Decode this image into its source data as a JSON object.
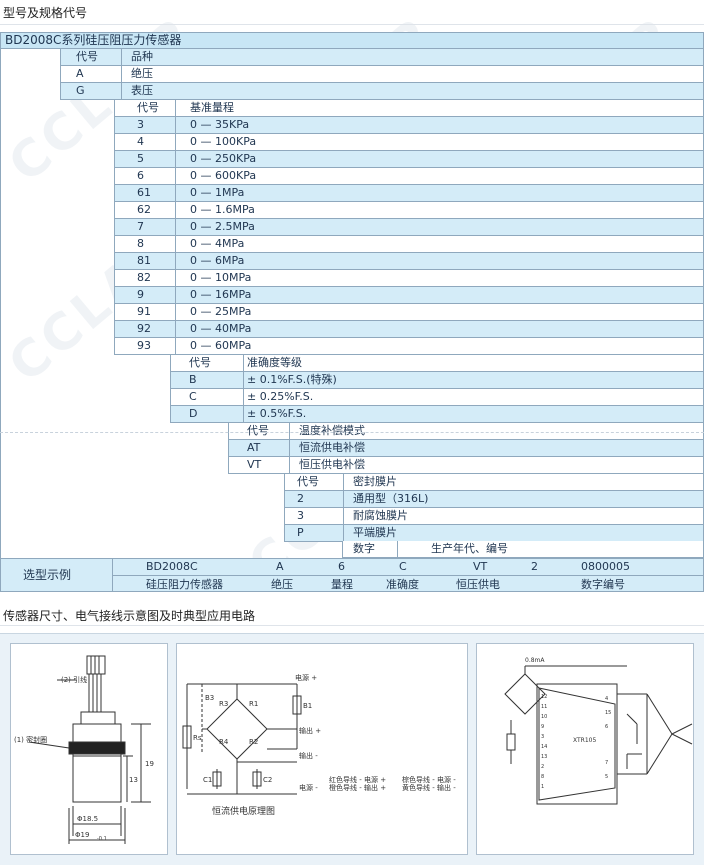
{
  "heading": "型号及规格代号",
  "title": "BD2008C系列硅压阻压力传感器",
  "variety": {
    "header": {
      "code": "代号",
      "name": "品种"
    },
    "rows": [
      {
        "code": "A",
        "name": "绝压"
      },
      {
        "code": "G",
        "name": "表压"
      }
    ]
  },
  "range": {
    "header": {
      "code": "代号",
      "name": "基准量程"
    },
    "rows": [
      {
        "code": "3",
        "name": "0 — 35KPa"
      },
      {
        "code": "4",
        "name": "0 — 100KPa"
      },
      {
        "code": "5",
        "name": "0 — 250KPa"
      },
      {
        "code": "6",
        "name": "0 — 600KPa"
      },
      {
        "code": "61",
        "name": "0 — 1MPa"
      },
      {
        "code": "62",
        "name": "0 — 1.6MPa"
      },
      {
        "code": "7",
        "name": "0 — 2.5MPa"
      },
      {
        "code": "8",
        "name": "0 — 4MPa"
      },
      {
        "code": "81",
        "name": "0 — 6MPa"
      },
      {
        "code": "82",
        "name": "0 — 10MPa"
      },
      {
        "code": "9",
        "name": "0 — 16MPa"
      },
      {
        "code": "91",
        "name": "0 — 25MPa"
      },
      {
        "code": "92",
        "name": "0 — 40MPa"
      },
      {
        "code": "93",
        "name": "0 — 60MPa"
      }
    ]
  },
  "accuracy": {
    "header": {
      "code": "代号",
      "name": "准确度等级"
    },
    "rows": [
      {
        "code": "B",
        "name": "± 0.1%F.S.(特殊)"
      },
      {
        "code": "C",
        "name": "± 0.25%F.S."
      },
      {
        "code": "D",
        "name": "± 0.5%F.S."
      }
    ]
  },
  "compensation": {
    "header": {
      "code": "代号",
      "name": "温度补偿模式"
    },
    "rows": [
      {
        "code": "AT",
        "name": "恒流供电补偿"
      },
      {
        "code": "VT",
        "name": "恒压供电补偿"
      }
    ]
  },
  "diaphragm": {
    "header": {
      "code": "代号",
      "name": "密封膜片"
    },
    "rows": [
      {
        "code": "2",
        "name": "通用型（316L)"
      },
      {
        "code": "3",
        "name": "耐腐蚀膜片"
      },
      {
        "code": "P",
        "name": "平端膜片"
      }
    ]
  },
  "digits": {
    "code": "数字",
    "name": "生产年代、编号"
  },
  "example": {
    "label": "选型示例",
    "top": [
      "BD2008C",
      "A",
      "6",
      "C",
      "VT",
      "2",
      "0800005"
    ],
    "bottom": [
      "硅压阻力传感器",
      "绝压",
      "量程",
      "准确度",
      "恒压供电",
      "数字编号"
    ]
  },
  "watermark": "CCLAIR",
  "diagrams_heading": "传感器尺寸、电气接线示意图及时典型应用电路",
  "diagram1": {
    "lead_label": "(2) 引线",
    "seal_label": "(1) 密封圈",
    "dim_13": "13",
    "dim_19": "19",
    "dim_d1": "Φ18.5",
    "dim_d2": "Φ19",
    "dim_d2_tol": "-0.1"
  },
  "diagram2": {
    "caption": "恒流供电原理图",
    "labels": {
      "b3": "B3",
      "r3": "R3",
      "r1": "R1",
      "b1": "B1",
      "r4": "R4",
      "r2": "R2",
      "rs": "Rs",
      "c1": "C1",
      "c2": "C2",
      "vplus": "电源 +",
      "out_plus": "输出 +",
      "out_minus": "输出 -",
      "vminus": "电源 -"
    },
    "legend": [
      "红色导线 - 电源 +",
      "橙色导线 - 输出 +",
      "棕色导线 - 电源 -",
      "黄色导线 - 输出 -"
    ]
  },
  "diagram3": {
    "current": "0.8mA",
    "chip": "XTR105",
    "pins": [
      "12",
      "11",
      "10",
      "9",
      "3",
      "14",
      "13",
      "2",
      "8",
      "1",
      "4",
      "15",
      "6",
      "7",
      "5"
    ]
  }
}
